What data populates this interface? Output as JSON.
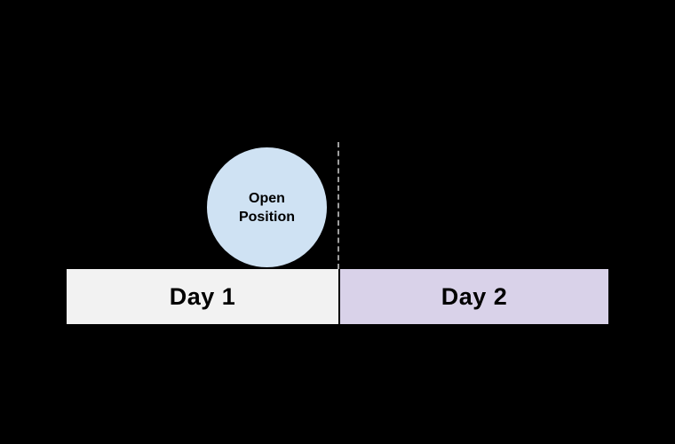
{
  "canvas": {
    "background": "#000000"
  },
  "open_position_circle": {
    "line1": "Open",
    "line2": "Position",
    "fill": "#cfe2f3",
    "border_color": "#000000"
  },
  "day_boundary_line": {
    "style": "dashed",
    "color": "#9e9e9e"
  },
  "timeline_bar": {
    "segments": [
      {
        "label": "Day 1",
        "fill": "#f2f2f2"
      },
      {
        "label": "Day 2",
        "fill": "#d9d2e9"
      }
    ],
    "divider_color": "#000000"
  }
}
